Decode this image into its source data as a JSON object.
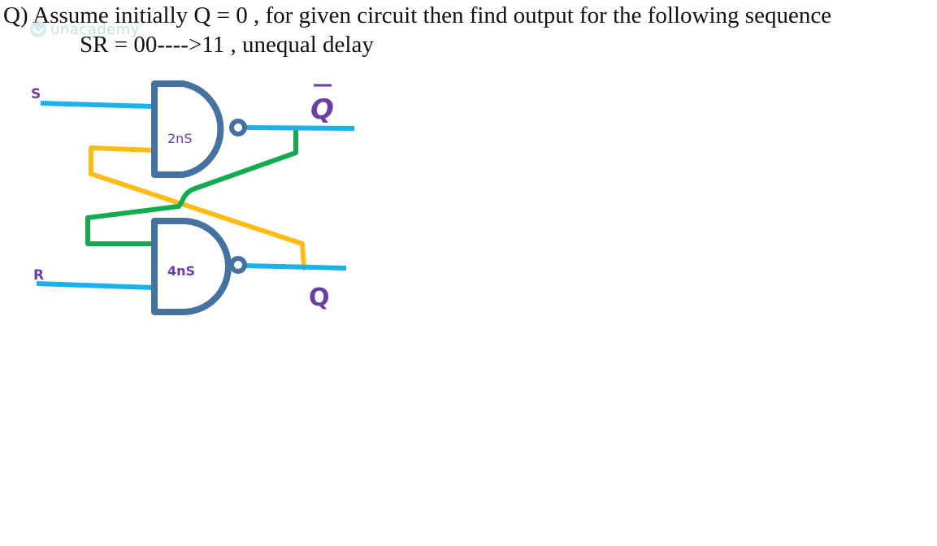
{
  "question": {
    "line1": "Q) Assume initially Q = 0 , for given circuit then find output for the following sequence",
    "line2": "SR = 00---->11 , unequal delay"
  },
  "watermark": {
    "text": "unacademy"
  },
  "circuit": {
    "gates": [
      {
        "type": "NAND",
        "delay_label": "2nS"
      },
      {
        "type": "NAND",
        "delay_label": "4nS"
      }
    ],
    "inputs": {
      "s": "S",
      "r": "R"
    },
    "outputs": {
      "q_bar": "Q",
      "q": "Q"
    },
    "colors": {
      "gate": "#45729e",
      "input_wire": "#19b2ee",
      "feedback_q_bar": "#13aa52",
      "feedback_q": "#fcbd1a",
      "label": "#6b3fa0"
    }
  }
}
